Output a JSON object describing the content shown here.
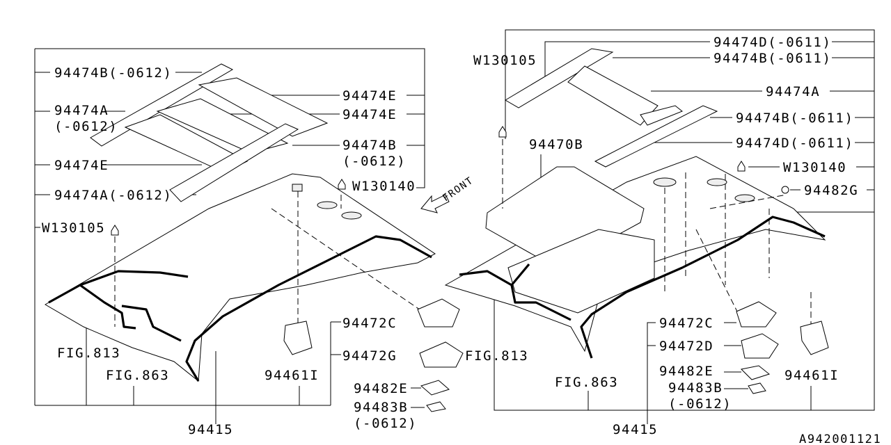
{
  "left_diagram": {
    "labels": {
      "p94474b_0612": "94474B(-0612)",
      "p94474a": "94474A",
      "p94474a_note": "(-0612)",
      "p94474e_left": "94474E",
      "p94474a_0612": "94474A(-0612)",
      "w130105": "W130105",
      "p94474e_top": "94474E",
      "p94474e_mid": "94474E",
      "p94474b": "94474B",
      "p94474b_note": "(-0612)",
      "w130140": "W130140",
      "fig813": "FIG.813",
      "fig863": "FIG.863",
      "p94461i": "94461I",
      "p94415": "94415",
      "p94472c": "94472C",
      "p94472g": "94472G",
      "p94482e": "94482E",
      "p94483b": "94483B",
      "p94483b_note": "(-0612)"
    }
  },
  "front_arrow": "FRONT",
  "right_diagram": {
    "labels": {
      "w130105": "W130105",
      "p94474d_top": "94474D(-0611)",
      "p94474b_top": "94474B(-0611)",
      "p94474a": "94474A",
      "p94474b_mid": "94474B(-0611)",
      "p94474d_mid": "94474D(-0611)",
      "w130140": "W130140",
      "p94482g": "94482G",
      "p94470b": "94470B",
      "fig813": "FIG.813",
      "fig863": "FIG.863",
      "p94415": "94415",
      "p94472c": "94472C",
      "p94472d": "94472D",
      "p94482e": "94482E",
      "p94483b": "94483B",
      "p94483b_note": "(-0612)",
      "p94461i": "94461I"
    }
  },
  "diagram_id": "A942001121"
}
